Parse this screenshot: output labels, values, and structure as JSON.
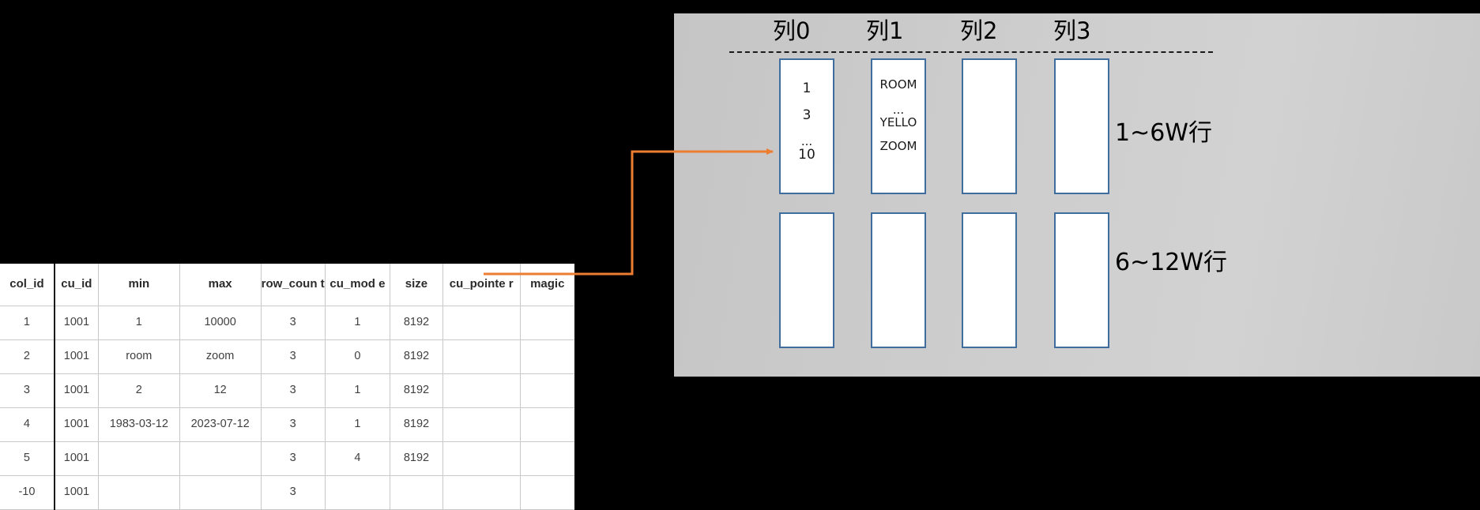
{
  "colors": {
    "accent_orange": "#ED7D31",
    "box_border_blue": "#3F6E9E",
    "panel_gray": "#CCCCCC",
    "table_text": "#404040",
    "background": "#000000"
  },
  "table": {
    "name": "cu_metadata_table",
    "headers": [
      "col_id",
      "cu_id",
      "min",
      "max",
      "row_coun t",
      "cu_mod e",
      "size",
      "cu_pointe r",
      "magic"
    ],
    "rows": [
      {
        "col_id": "1",
        "cu_id": "1001",
        "min": "1",
        "max": "10000",
        "row_count": "3",
        "cu_mode": "1",
        "size": "8192",
        "cu_pointer": "",
        "magic": ""
      },
      {
        "col_id": "2",
        "cu_id": "1001",
        "min": "room",
        "max": "zoom",
        "row_count": "3",
        "cu_mode": "0",
        "size": "8192",
        "cu_pointer": "",
        "magic": ""
      },
      {
        "col_id": "3",
        "cu_id": "1001",
        "min": "2",
        "max": "12",
        "row_count": "3",
        "cu_mode": "1",
        "size": "8192",
        "cu_pointer": "",
        "magic": ""
      },
      {
        "col_id": "4",
        "cu_id": "1001",
        "min": "1983-03-12",
        "max": "2023-07-12",
        "row_count": "3",
        "cu_mode": "1",
        "size": "8192",
        "cu_pointer": "",
        "magic": ""
      },
      {
        "col_id": "5",
        "cu_id": "1001",
        "min": "",
        "max": "",
        "row_count": "3",
        "cu_mode": "4",
        "size": "8192",
        "cu_pointer": "",
        "magic": ""
      },
      {
        "col_id": "-10",
        "cu_id": "1001",
        "min": "",
        "max": "",
        "row_count": "3",
        "cu_mode": "",
        "size": "",
        "cu_pointer": "",
        "magic": ""
      }
    ]
  },
  "diagram": {
    "column_titles": [
      "列0",
      "列1",
      "列2",
      "列3"
    ],
    "row_labels": [
      "1~6W行",
      "6~12W行"
    ],
    "boxes_row1": [
      {
        "name": "cu-box-col0-row1",
        "lines": [
          "1",
          "3",
          "...",
          "10"
        ]
      },
      {
        "name": "cu-box-col1-row1",
        "lines": [
          "ROOM",
          "...",
          "YELLO",
          "ZOOM"
        ]
      },
      {
        "name": "cu-box-col2-row1",
        "lines": []
      },
      {
        "name": "cu-box-col3-row1",
        "lines": []
      }
    ],
    "boxes_row2": [
      {
        "name": "cu-box-col0-row2",
        "lines": []
      },
      {
        "name": "cu-box-col1-row2",
        "lines": []
      },
      {
        "name": "cu-box-col2-row2",
        "lines": []
      },
      {
        "name": "cu-box-col3-row2",
        "lines": []
      }
    ],
    "col0_values": {
      "l1": "1",
      "l2": "3",
      "l3": "...",
      "l4": "10"
    },
    "col1_values": {
      "l1": "ROOM",
      "l2": "...",
      "l3": "YELLO",
      "l4": "ZOOM"
    }
  }
}
